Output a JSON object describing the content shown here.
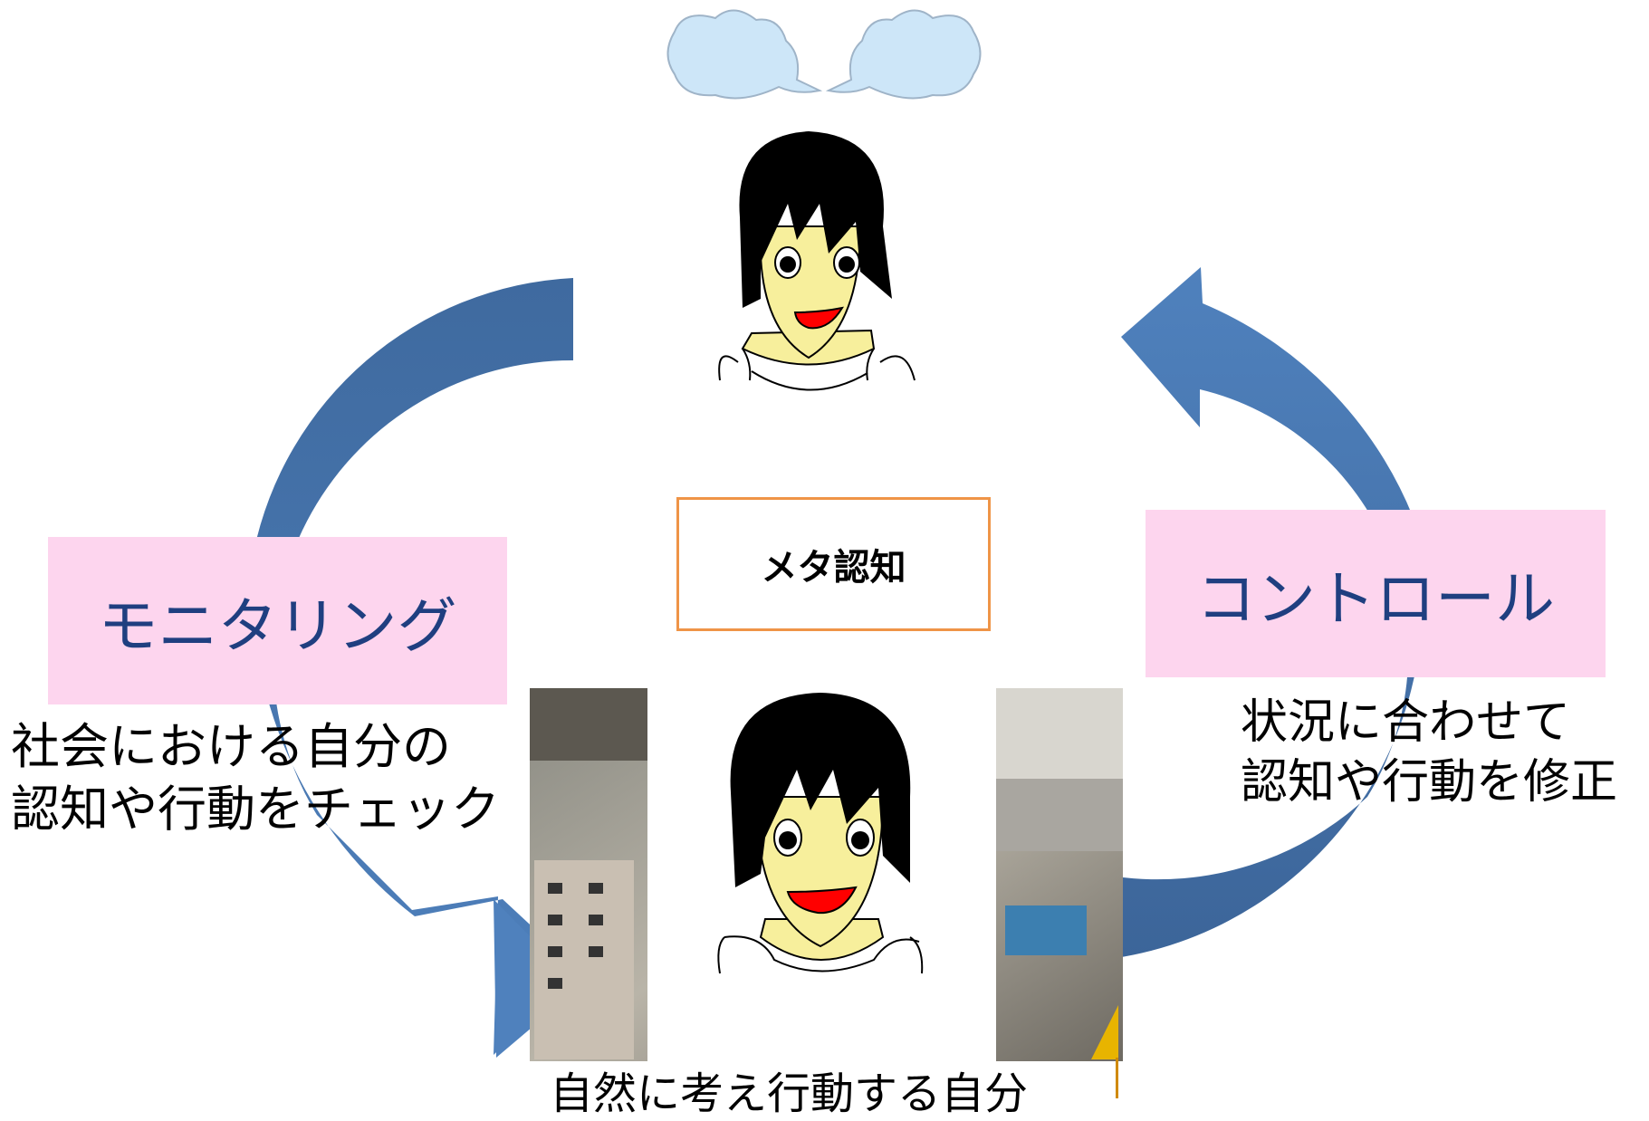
{
  "meta_label": "メタ認知",
  "monitoring": {
    "label": "モニタリング",
    "desc_line1": "社会における自分の",
    "desc_line2": "認知や行動をチェック"
  },
  "control": {
    "label": "コントロール",
    "desc_line1": "状況に合わせて",
    "desc_line2": "認知や行動を修正"
  },
  "bottom_caption": "自然に考え行動する自分",
  "colors": {
    "arrow_fill": "#4f81bd",
    "arrow_dark": "#3c6599",
    "pink_box": "#fdd5ee",
    "label_text": "#1f3f80",
    "meta_border": "#ef9447",
    "skin": "#f7ef9c",
    "hair": "#000000",
    "mouth": "#ff0000",
    "cloud": "#cde6f8"
  }
}
